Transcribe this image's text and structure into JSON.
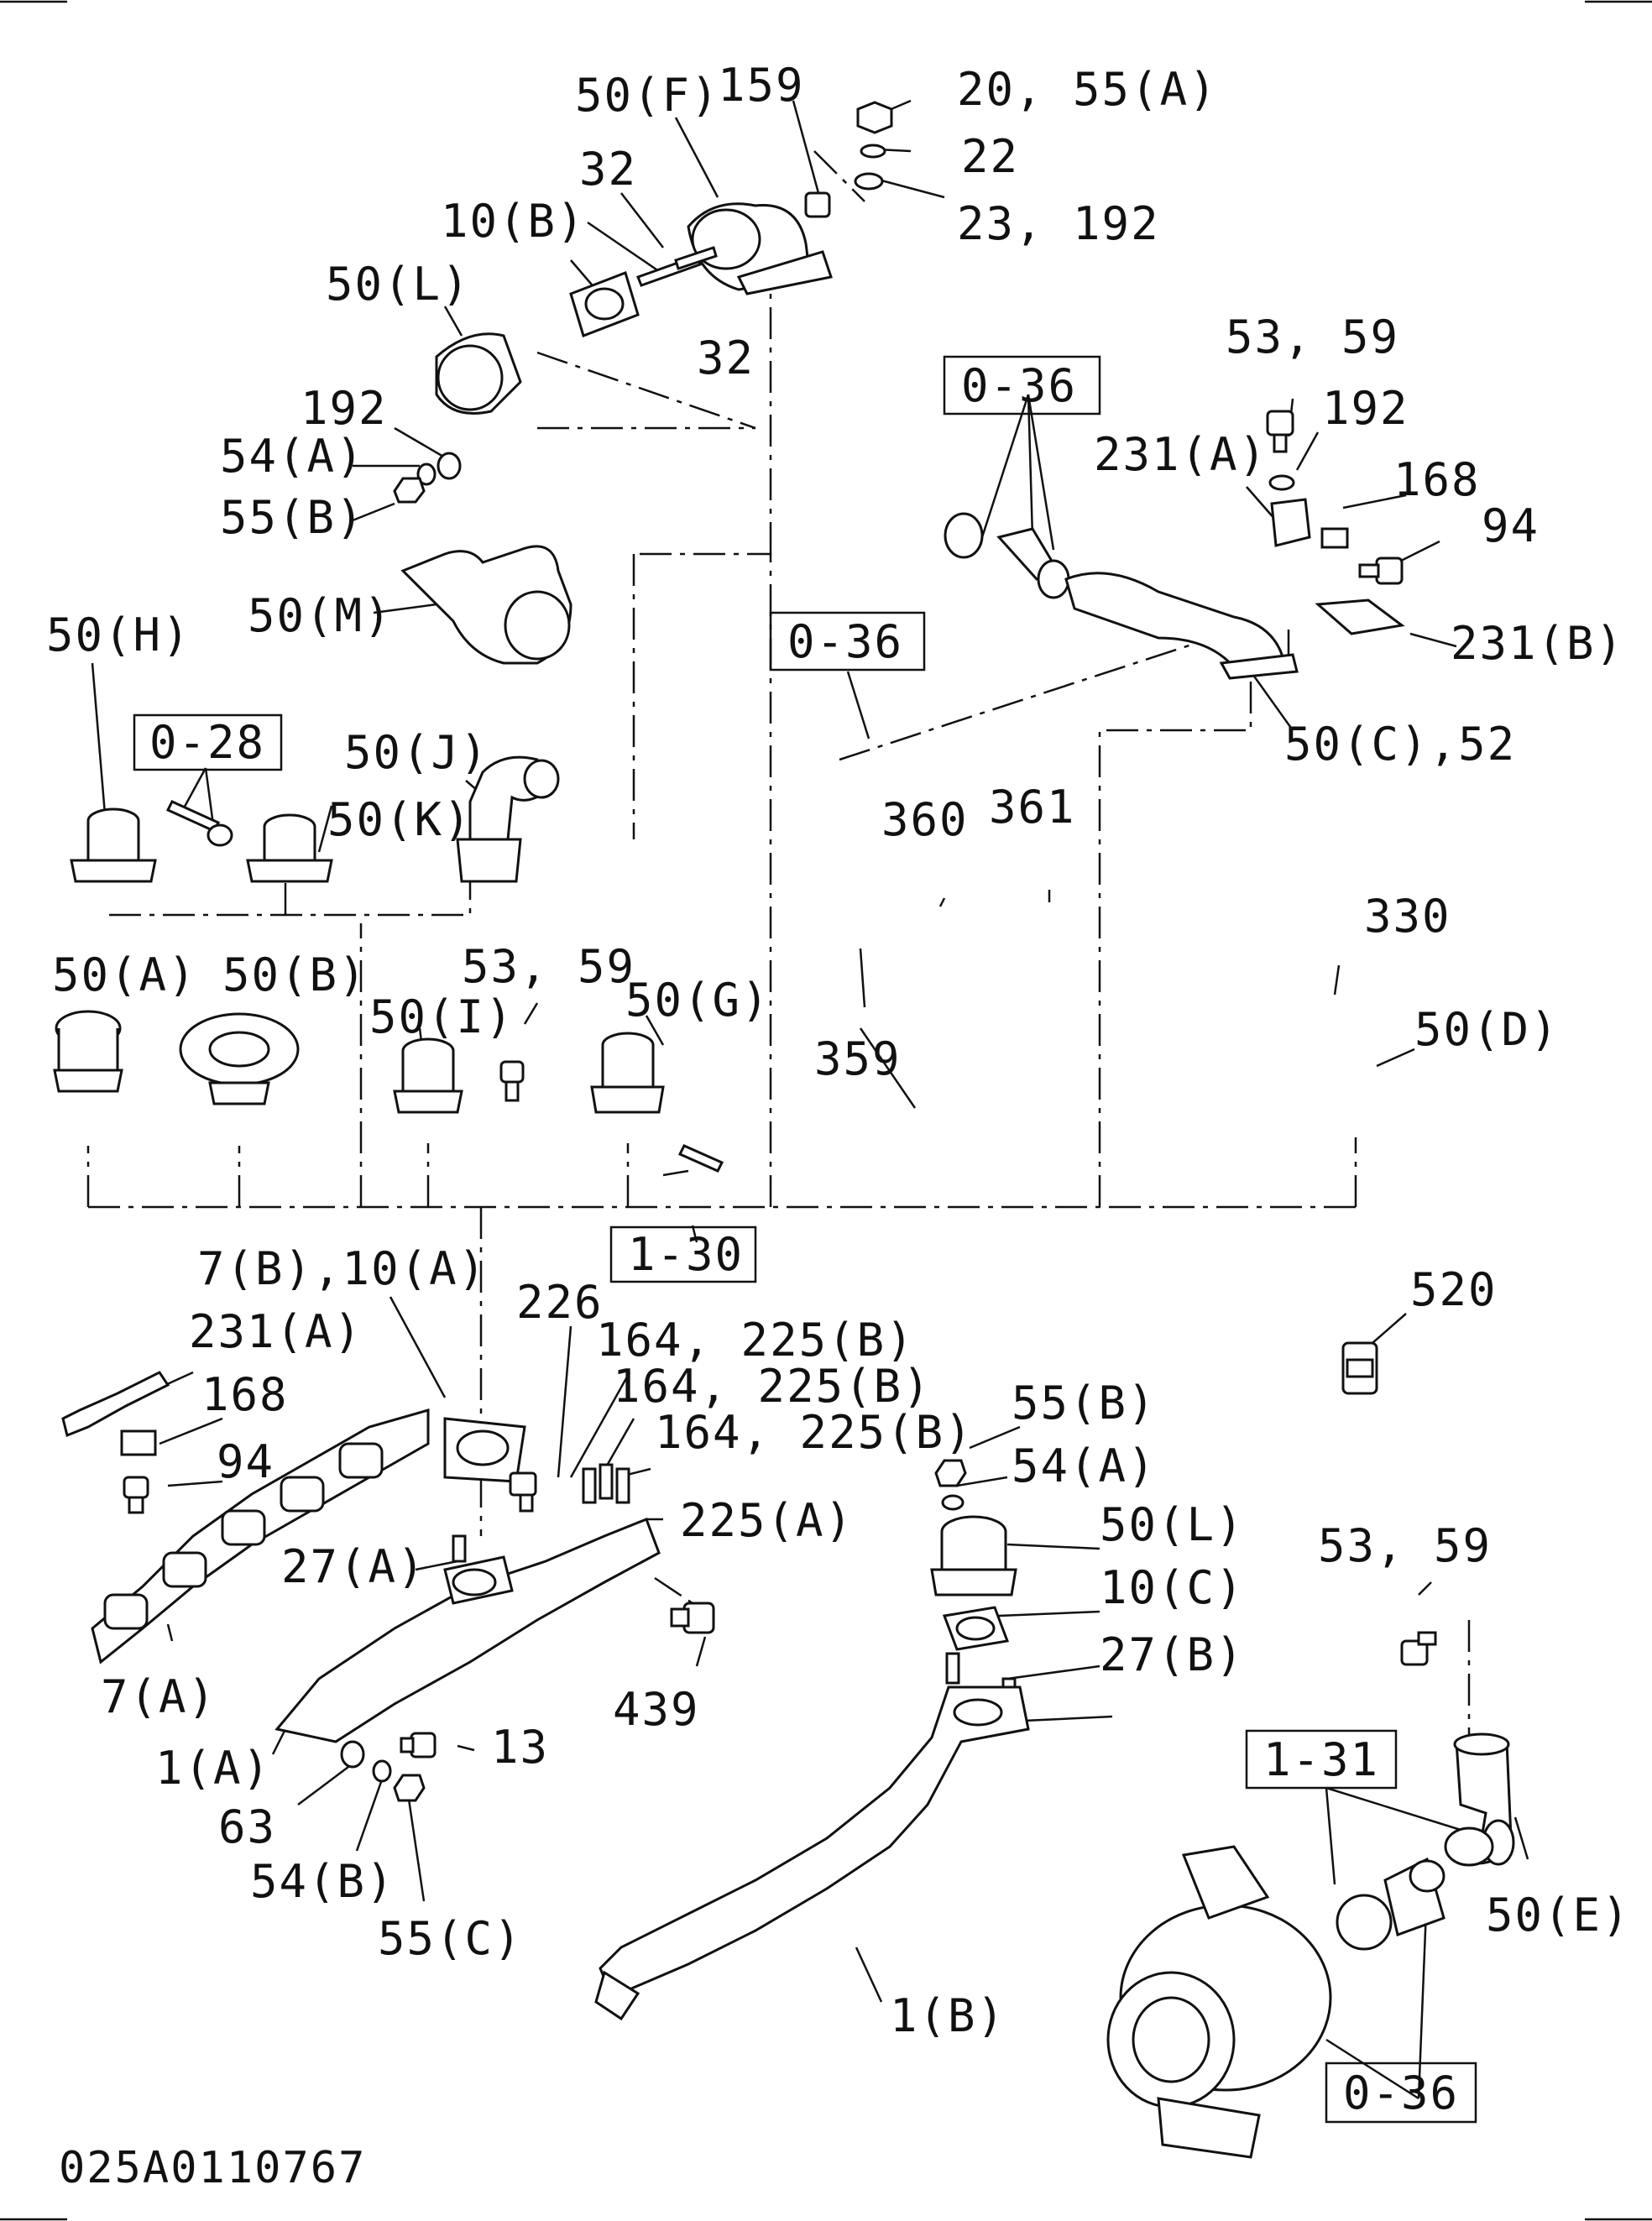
{
  "diagram_id": "025A0110767",
  "labels": {
    "p50F": "50(F)",
    "p159": "159",
    "p20_55A": "20, 55(A)",
    "p22": "22",
    "p23_192": "23, 192",
    "p32a": "32",
    "p32b": "32",
    "p10B": "10(B)",
    "p50L_top": "50(L)",
    "p192_top": "192",
    "p54A_top": "54(A)",
    "p55B_top": "55(B)",
    "p50M": "50(M)",
    "p53_59_top": "53, 59",
    "p192_r": "192",
    "p231A_top": "231(A)",
    "p168_top": "168",
    "p94_top": "94",
    "p231B": "231(B)",
    "p50C_52": "50(C),52",
    "p50H": "50(H)",
    "p50J": "50(J)",
    "p50K": "50(K)",
    "p360": "360",
    "p361": "361",
    "p359": "359",
    "p330": "330",
    "p50D": "50(D)",
    "p50A": "50(A)",
    "p50B": "50(B)",
    "p53_59_mid": "53, 59",
    "p50I": "50(I)",
    "p50G": "50(G)",
    "p7B_10A": "7(B),10(A)",
    "p226": "226",
    "p164_225B_1": "164, 225(B)",
    "p164_225B_2": "164, 225(B)",
    "p164_225B_3": "164, 225(B)",
    "p225A": "225(A)",
    "p231A_bot": "231(A)",
    "p168_bot": "168",
    "p94_bot": "94",
    "p27A": "27(A)",
    "p7A": "7(A)",
    "p1A": "1(A)",
    "p13": "13",
    "p63": "63",
    "p54B": "54(B)",
    "p55C": "55(C)",
    "p439": "439",
    "p55B_bot": "55(B)",
    "p54A_bot": "54(A)",
    "p50L_bot": "50(L)",
    "p10C": "10(C)",
    "p27B": "27(B)",
    "p1B": "1(B)",
    "p520": "520",
    "p53_59_bot": "53, 59",
    "p50E": "50(E)"
  },
  "refs": {
    "r036_top": "0-36",
    "r036_mid": "0-36",
    "r028": "0-28",
    "r130": "1-30",
    "r131": "1-31",
    "r036_bot": "0-36"
  }
}
